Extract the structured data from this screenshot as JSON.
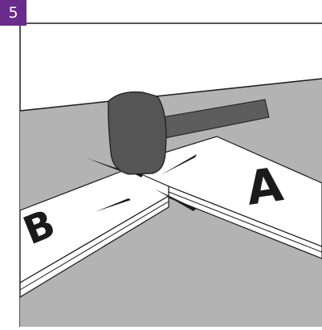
{
  "step": {
    "number": "5",
    "badge_color": "#6a2c8c"
  },
  "labels": {
    "board_a": "A",
    "board_b": "B"
  },
  "colors": {
    "floor": "#b3b3b3",
    "back_wall": "#ffffff",
    "board": "#ffffff",
    "outline": "#1a1a1a",
    "mallet_head": "#555555",
    "mallet_handle": "#5d5d5d"
  }
}
